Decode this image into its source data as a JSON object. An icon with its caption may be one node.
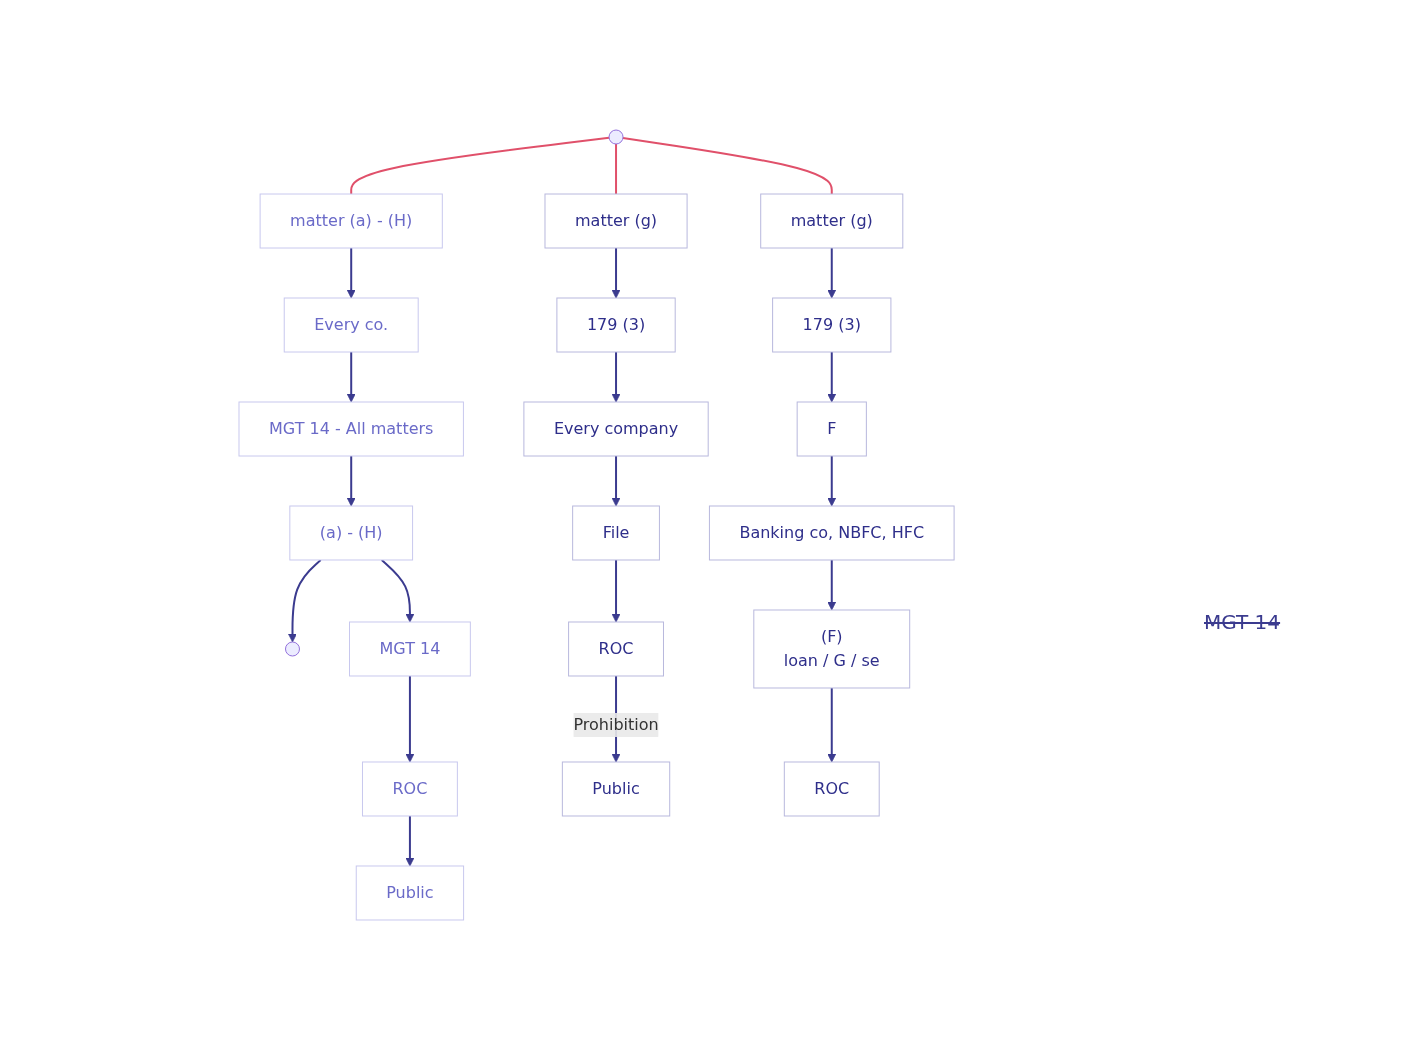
{
  "diagram": {
    "nodes": [
      {
        "text": [
          "matter (a) - (H)"
        ]
      },
      {
        "text": [
          "Every co."
        ]
      },
      {
        "text": [
          "MGT 14 - All matters"
        ]
      },
      {
        "text": [
          "(a) - (H)"
        ]
      },
      {
        "text": [
          "MGT 14"
        ]
      },
      {
        "text": [
          "ROC"
        ]
      },
      {
        "text": [
          "Public"
        ]
      },
      {
        "text": [
          "matter (g)"
        ]
      },
      {
        "text": [
          "179 (3)"
        ]
      },
      {
        "text": [
          "Every company"
        ]
      },
      {
        "text": [
          "File"
        ]
      },
      {
        "text": [
          "ROC"
        ]
      },
      {
        "text": [
          "Public"
        ]
      },
      {
        "text": [
          "matter (g)"
        ]
      },
      {
        "text": [
          "179 (3)"
        ]
      },
      {
        "text": [
          "F"
        ]
      },
      {
        "text": [
          "Banking co, NBFC, HFC"
        ]
      },
      {
        "text": [
          "(F)",
          "loan / G / se"
        ]
      },
      {
        "text": [
          "ROC"
        ]
      }
    ],
    "edges": [
      {
        "from": null,
        "to": 0,
        "arrow": "none",
        "color": "#e0506a"
      },
      {
        "from": null,
        "to": 7,
        "arrow": "none",
        "color": "#e0506a"
      },
      {
        "from": null,
        "to": 13,
        "arrow": "none",
        "color": "#e0506a"
      },
      {
        "from": 0,
        "to": 1,
        "arrow": "to"
      },
      {
        "from": 1,
        "to": 2,
        "arrow": "to"
      },
      {
        "from": 2,
        "to": 3,
        "arrow": "to"
      },
      {
        "from": 3,
        "to": null,
        "arrow": "to"
      },
      {
        "from": 3,
        "to": 4,
        "arrow": "to"
      },
      {
        "from": 4,
        "to": 5,
        "arrow": "to"
      },
      {
        "from": 5,
        "to": 6,
        "arrow": "to"
      },
      {
        "from": 7,
        "to": 8,
        "arrow": "to"
      },
      {
        "from": 8,
        "to": 9,
        "arrow": "to"
      },
      {
        "from": 9,
        "to": 10,
        "arrow": "to"
      },
      {
        "from": 10,
        "to": 11,
        "arrow": "to"
      },
      {
        "from": 11,
        "to": 12,
        "arrow": "to",
        "label": "Prohibition"
      },
      {
        "from": 13,
        "to": 14,
        "arrow": "to"
      },
      {
        "from": 14,
        "to": 15,
        "arrow": "to"
      },
      {
        "from": 15,
        "to": 16,
        "arrow": "to"
      },
      {
        "from": 16,
        "to": 17,
        "arrow": "to"
      },
      {
        "from": 17,
        "to": 18,
        "arrow": "to"
      }
    ],
    "labels": [
      "MGT 14"
    ]
  }
}
